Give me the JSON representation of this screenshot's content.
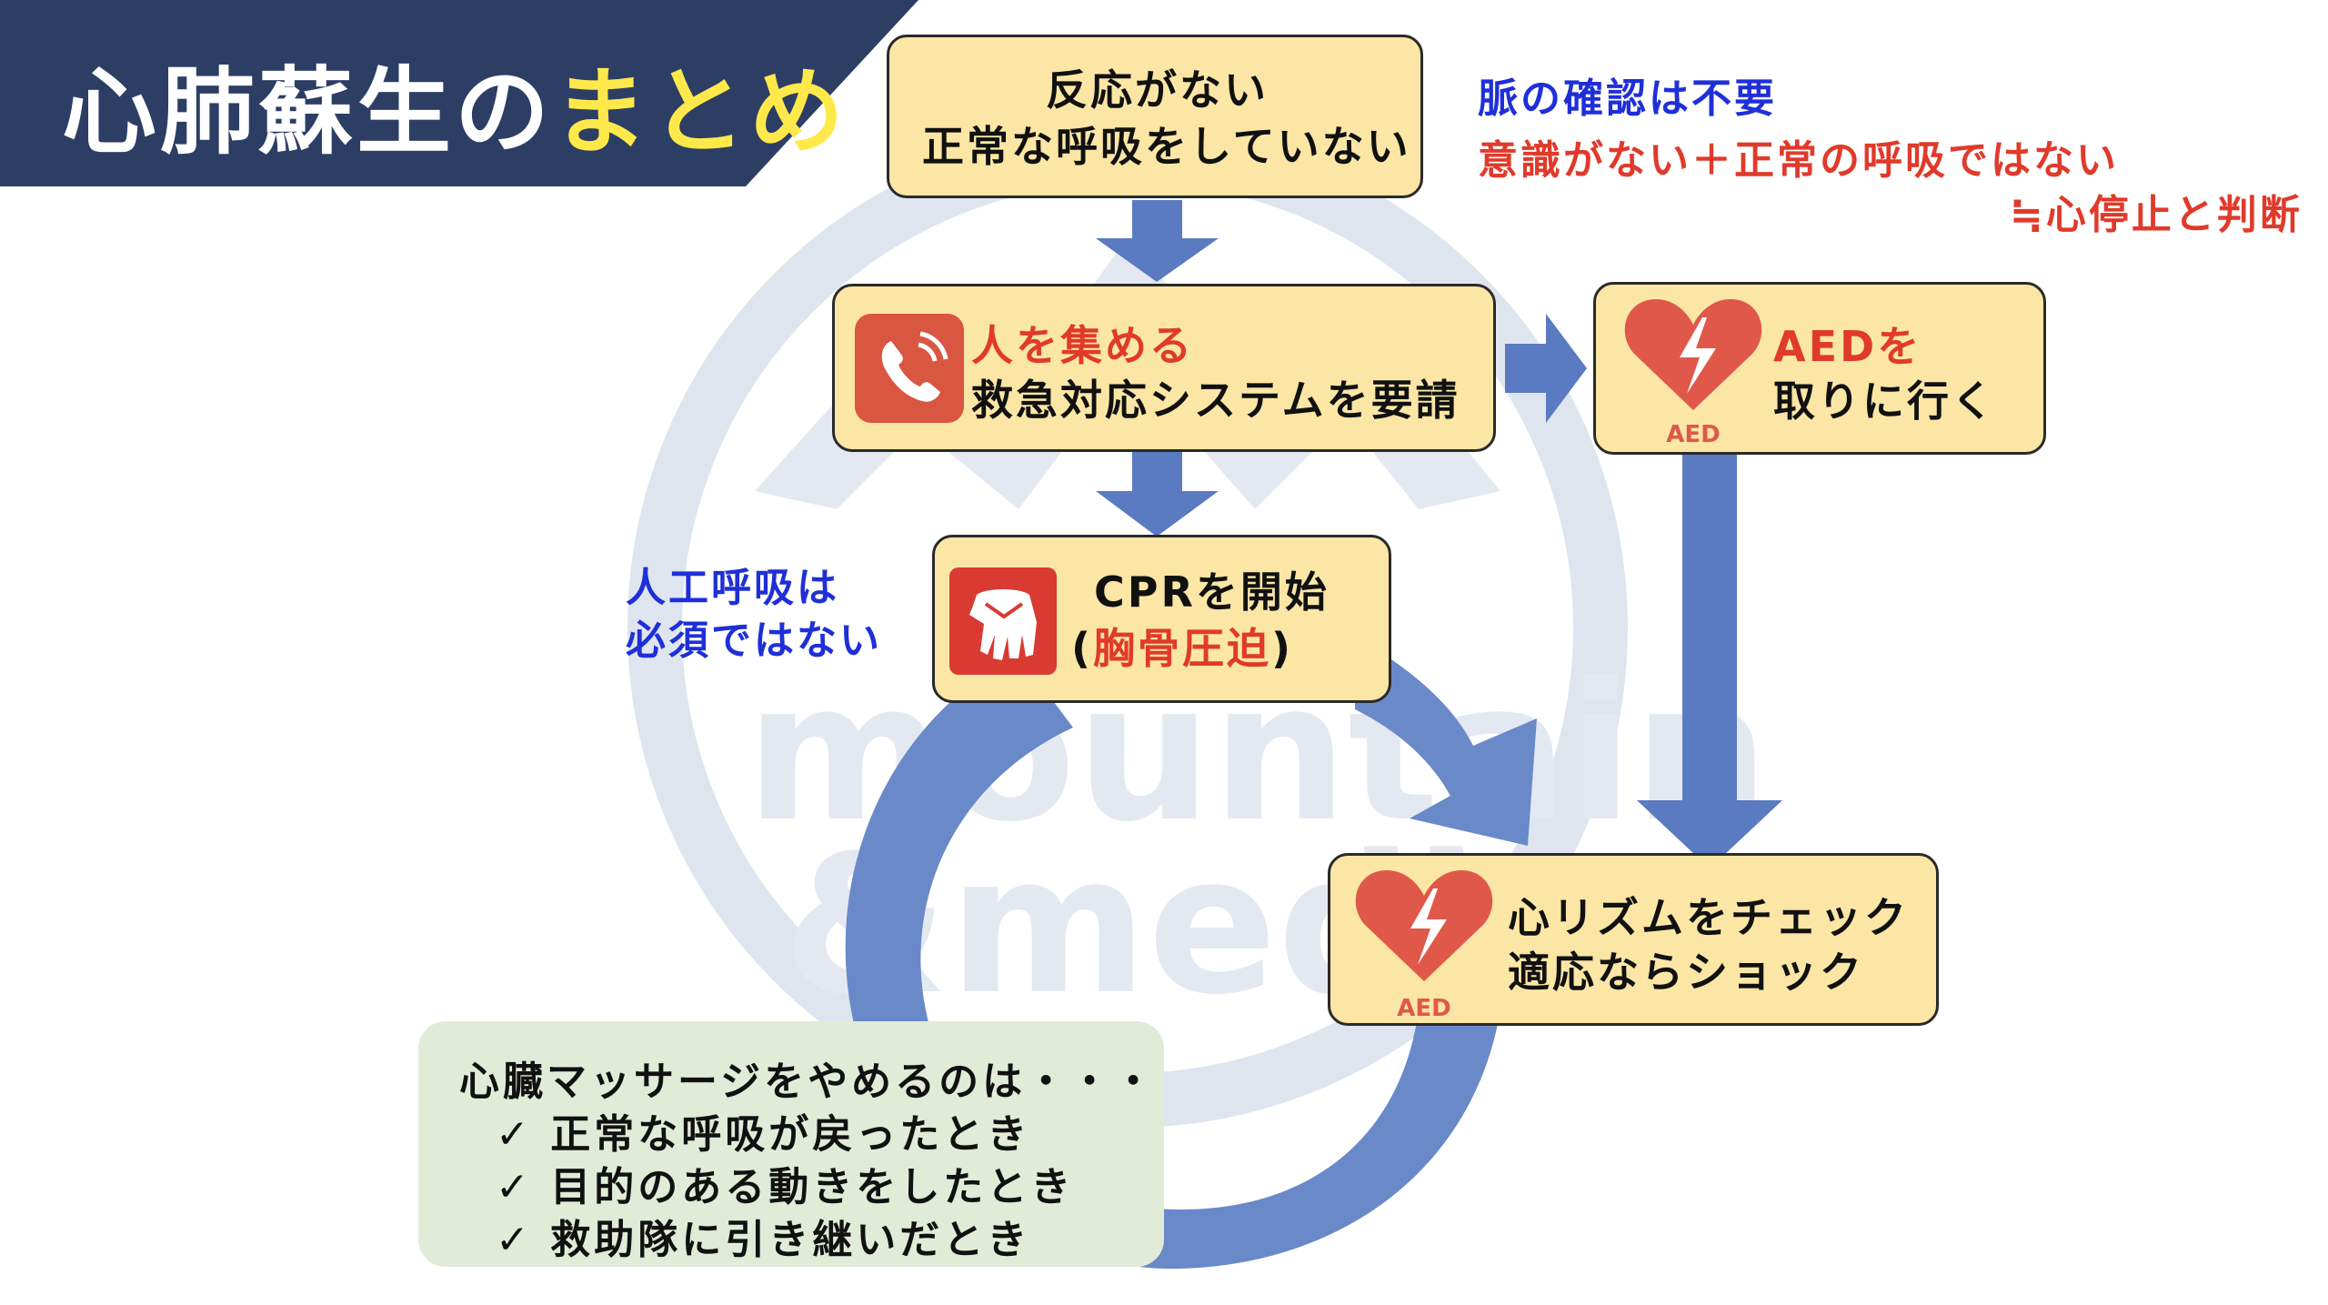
{
  "title": {
    "main": "心肺蘇生の",
    "highlight": "まとめ"
  },
  "step1": {
    "line1": "反応がない",
    "line2": "正常な呼吸をしていない"
  },
  "notes_top": {
    "line1": "脈の確認は不要",
    "line2": "意識がない＋正常の呼吸ではない",
    "line3": "≒心停止と判断"
  },
  "step2": {
    "line1": "人を集める",
    "line2": "救急対応システムを要請",
    "icon": "phone-icon"
  },
  "step_aed": {
    "line1": "AEDを",
    "line2": "取りに行く",
    "icon_label": "AED"
  },
  "step3": {
    "line1": "CPRを開始",
    "paren_open": "(",
    "line2_red": "胸骨圧迫",
    "paren_close": ")",
    "icon": "cpr-hands-icon"
  },
  "note_left": {
    "line1": "人工呼吸は",
    "line2": "必須ではない"
  },
  "step4": {
    "line1": "心リズムをチェック",
    "line2": "適応ならショック",
    "icon_label": "AED"
  },
  "stop_box": {
    "heading": "心臓マッサージをやめるのは・・・",
    "check": "✓",
    "items": [
      "正常な呼吸が戻ったとき",
      "目的のある動きをしたとき",
      "救助隊に引き継いだとき"
    ]
  },
  "watermark": {
    "line1": "mountain",
    "line2": "&medic"
  },
  "colors": {
    "banner": "#2d3e65",
    "box_fill": "#fbe6a6",
    "arrow": "#6a89c9",
    "red": "#e03a2b",
    "blue": "#1f2fd8",
    "green_box": "#e1ecd8"
  }
}
